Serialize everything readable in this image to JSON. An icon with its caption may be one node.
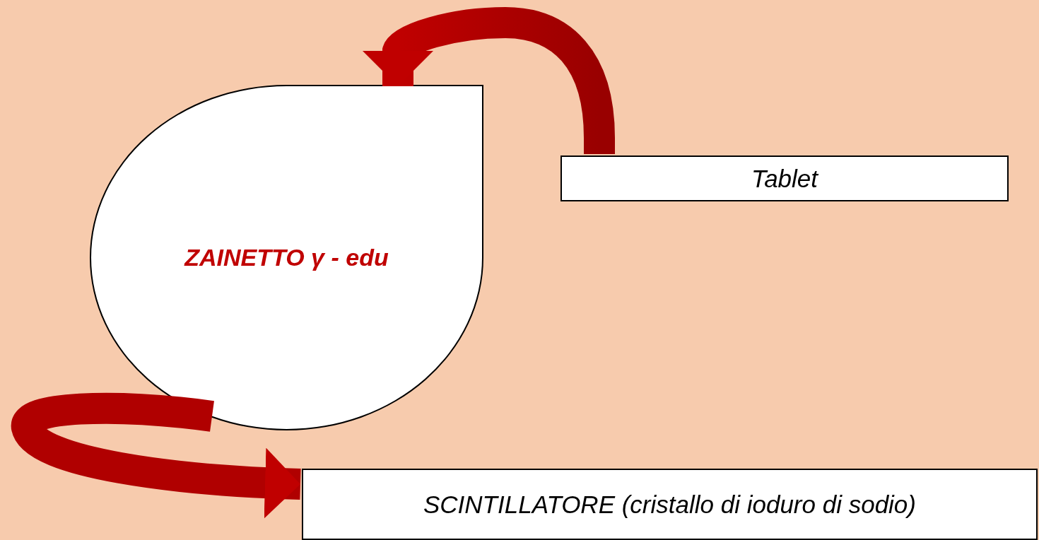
{
  "diagram": {
    "nodes": [
      {
        "text": [
          "ZAINETTO γ - edu"
        ]
      },
      {
        "text": [
          "Tablet"
        ]
      },
      {
        "text": [
          "SCINTILLATORE (cristallo di ioduro di sodio)"
        ]
      }
    ],
    "edges": [
      {
        "from": 1,
        "to": 0,
        "arrow": "to"
      },
      {
        "from": 0,
        "to": 2,
        "arrow": "to"
      }
    ]
  }
}
